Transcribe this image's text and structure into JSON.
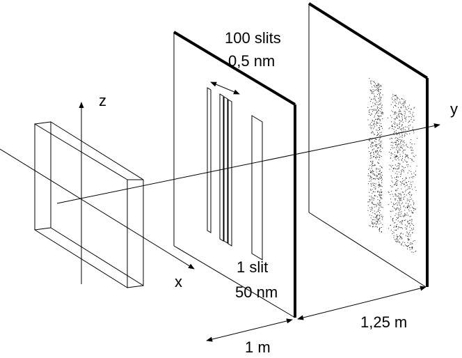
{
  "labels": {
    "axis_z": "z",
    "axis_x": "x",
    "axis_y": "y",
    "slits_100_count": "100 slits",
    "slits_100_width": "0,5 nm",
    "slit_1_count": "1 slit",
    "slit_1_width": "50 nm",
    "dist_1": "1 m",
    "dist_2": "1,25 m"
  },
  "colors": {
    "line": "#000000",
    "background": "#ffffff"
  }
}
